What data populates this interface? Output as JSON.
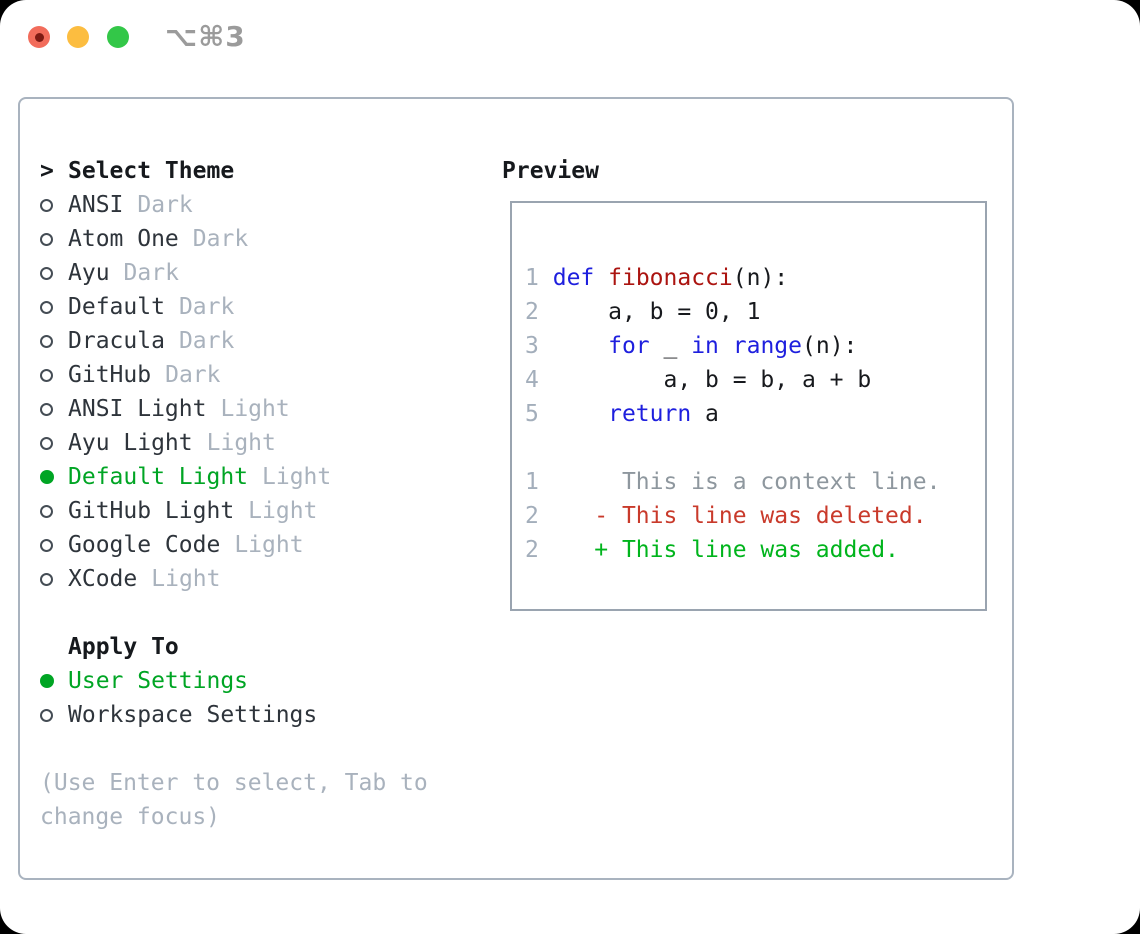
{
  "window": {
    "shortcut_label": "⌥⌘3",
    "traffic_lights": [
      "close",
      "minimize",
      "zoom"
    ]
  },
  "colors": {
    "tl_red": "#f26c5b",
    "tl_red_dot": "#7d1a13",
    "tl_yellow": "#fcbd40",
    "tl_green": "#33c748",
    "shortcut_gray": "#9b9b9b",
    "panel_border": "#a9b3bf",
    "box_border": "#9aa4b0",
    "text_primary": "#16191d",
    "item_text": "#2e343b",
    "muted": "#a9b2bd",
    "accent_green": "#00a524",
    "radio_ring": "#454d55",
    "gutter": "#a3aebb",
    "code_text": "#17191d",
    "kw_blue": "#1e1fde",
    "fn_red": "#ab1410",
    "ctx_gray": "#8e979e",
    "del_red": "#c93a2b",
    "add_green": "#00b41c"
  },
  "theme_panel": {
    "title_marker": ">",
    "title": "Select Theme",
    "items": [
      {
        "name": "ANSI",
        "variant": "Dark",
        "selected": false
      },
      {
        "name": "Atom One",
        "variant": "Dark",
        "selected": false
      },
      {
        "name": "Ayu",
        "variant": "Dark",
        "selected": false
      },
      {
        "name": "Default",
        "variant": "Dark",
        "selected": false
      },
      {
        "name": "Dracula",
        "variant": "Dark",
        "selected": false
      },
      {
        "name": "GitHub",
        "variant": "Dark",
        "selected": false
      },
      {
        "name": "ANSI Light",
        "variant": "Light",
        "selected": false
      },
      {
        "name": "Ayu Light",
        "variant": "Light",
        "selected": false
      },
      {
        "name": "Default Light",
        "variant": "Light",
        "selected": true
      },
      {
        "name": "GitHub Light",
        "variant": "Light",
        "selected": false
      },
      {
        "name": "Google Code",
        "variant": "Light",
        "selected": false
      },
      {
        "name": "XCode",
        "variant": "Light",
        "selected": false
      }
    ],
    "apply_to": {
      "title": "Apply To",
      "options": [
        {
          "label": "User Settings",
          "selected": true
        },
        {
          "label": "Workspace Settings",
          "selected": false
        }
      ]
    },
    "help_text": "(Use Enter to select, Tab to change focus)"
  },
  "preview": {
    "title": "Preview",
    "lines": [
      {
        "num": "1",
        "tokens": [
          {
            "t": " ",
            "c": "code"
          },
          {
            "t": "def",
            "c": "kw"
          },
          {
            "t": " ",
            "c": "code"
          },
          {
            "t": "fibonacci",
            "c": "fn"
          },
          {
            "t": "(n):",
            "c": "code"
          }
        ]
      },
      {
        "num": "2",
        "tokens": [
          {
            "t": "     a, b = 0, 1",
            "c": "code"
          }
        ]
      },
      {
        "num": "3",
        "tokens": [
          {
            "t": "     ",
            "c": "code"
          },
          {
            "t": "for",
            "c": "kw"
          },
          {
            "t": " _ ",
            "c": "code"
          },
          {
            "t": "in",
            "c": "kw"
          },
          {
            "t": " ",
            "c": "code"
          },
          {
            "t": "range",
            "c": "kw"
          },
          {
            "t": "(n):",
            "c": "code"
          }
        ]
      },
      {
        "num": "4",
        "tokens": [
          {
            "t": "         a, b = b, a + b",
            "c": "code"
          }
        ]
      },
      {
        "num": "5",
        "tokens": [
          {
            "t": "     ",
            "c": "code"
          },
          {
            "t": "return",
            "c": "kw"
          },
          {
            "t": " a",
            "c": "code"
          }
        ]
      },
      {
        "num": "",
        "tokens": []
      },
      {
        "num": "1",
        "tokens": [
          {
            "t": "      This is a context line.",
            "c": "ctx"
          }
        ]
      },
      {
        "num": "2",
        "tokens": [
          {
            "t": "    - This line was deleted.",
            "c": "del"
          }
        ]
      },
      {
        "num": "2",
        "tokens": [
          {
            "t": "    + This line was added.",
            "c": "add"
          }
        ]
      }
    ]
  }
}
